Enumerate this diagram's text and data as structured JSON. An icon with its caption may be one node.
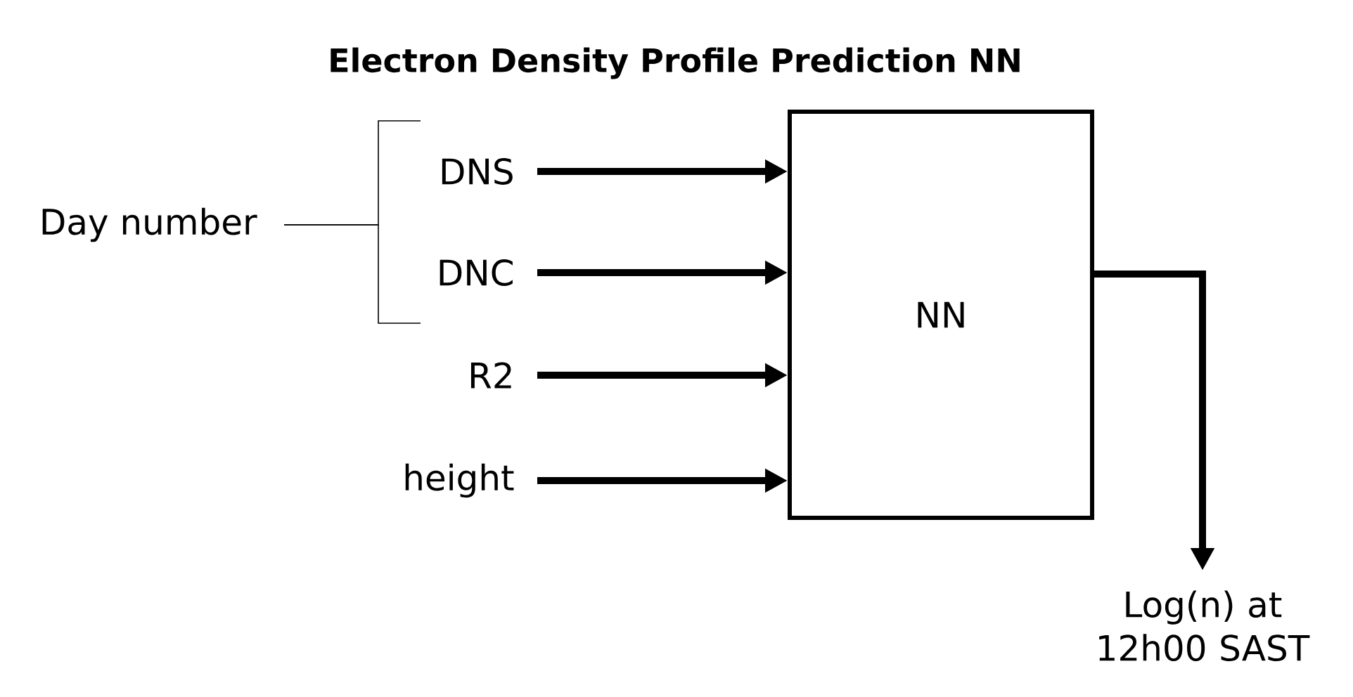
{
  "diagram": {
    "title": "Electron Density Profile Prediction NN",
    "nodes": [
      {
        "text": [
          "Day number"
        ]
      },
      {
        "text": [
          "DNS"
        ]
      },
      {
        "text": [
          "DNC"
        ]
      },
      {
        "text": [
          "R2"
        ]
      },
      {
        "text": [
          "height"
        ]
      },
      {
        "text": [
          "NN"
        ]
      },
      {
        "text": [
          "Log(n) at 12h00 SAST"
        ]
      }
    ],
    "edges": [
      {
        "from": 0,
        "to": 1,
        "arrow": "none"
      },
      {
        "from": 0,
        "to": 2,
        "arrow": "none"
      },
      {
        "from": 1,
        "to": 5,
        "arrow": "to"
      },
      {
        "from": 2,
        "to": 5,
        "arrow": "to"
      },
      {
        "from": 3,
        "to": 5,
        "arrow": "to"
      },
      {
        "from": 4,
        "to": 5,
        "arrow": "to"
      },
      {
        "from": 5,
        "to": 6,
        "arrow": "to"
      }
    ]
  }
}
